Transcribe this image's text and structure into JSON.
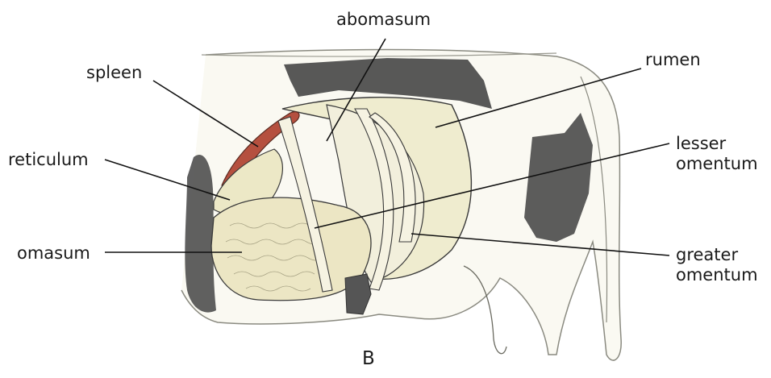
{
  "labels": {
    "abomasum": "abomasum",
    "spleen": "spleen",
    "rumen": "rumen",
    "reticulum": "reticulum",
    "lesser_omentum_line1": "lesser",
    "lesser_omentum_line2": "omentum",
    "omasum": "omasum",
    "greater_omentum_line1": "greater",
    "greater_omentum_line2": "omentum"
  },
  "panel_letter": "B",
  "colors": {
    "spleen": "#b5503f",
    "organ_fill": "#efeccf",
    "omasum_fill": "#ece6c4",
    "dark_fur": "#4a4a4a",
    "outline": "#3a3a3a",
    "leader_line": "#111111"
  }
}
